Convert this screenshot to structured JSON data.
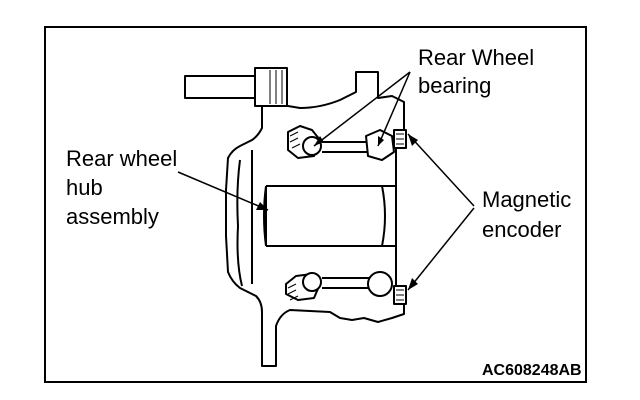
{
  "labels": {
    "bearing_line1": "Rear Wheel",
    "bearing_line2": "bearing",
    "hub_line1": "Rear wheel",
    "hub_line2": "hub",
    "hub_line3": "assembly",
    "encoder_line1": "Magnetic",
    "encoder_line2": "encoder"
  },
  "figure_code": "AC608248AB"
}
